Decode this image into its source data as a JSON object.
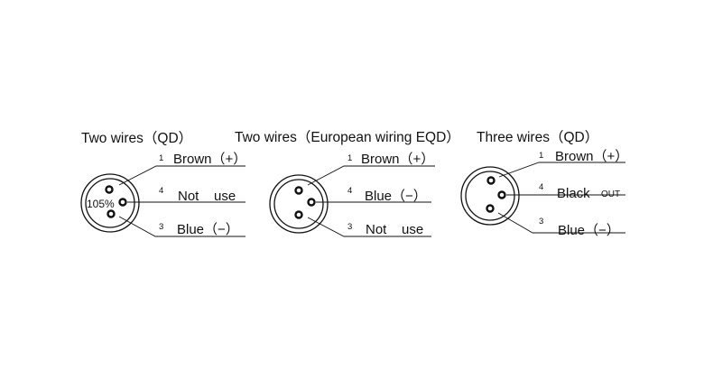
{
  "colors": {
    "ink": "#111111",
    "background": "#ffffff"
  },
  "diagrams": [
    {
      "title": "Two wires（QD）",
      "center_label": "105%",
      "pins": [
        {
          "number": "1",
          "label": "Brown（+）"
        },
        {
          "number": "4",
          "label": "Not    use"
        },
        {
          "number": "3",
          "label": "Blue（−）"
        }
      ]
    },
    {
      "title": "Two wires（European wiring EQD）",
      "pins": [
        {
          "number": "1",
          "label": "Brown（+）"
        },
        {
          "number": "4",
          "label": "Blue（−）"
        },
        {
          "number": "3",
          "label": "Not    use"
        }
      ]
    },
    {
      "title": "Three wires（QD）",
      "pins": [
        {
          "number": "1",
          "label": "Brown（+）"
        },
        {
          "number": "4",
          "label": "Black",
          "sublabel": "OUT"
        },
        {
          "number": "3",
          "label": "Blue（−）"
        }
      ]
    }
  ]
}
